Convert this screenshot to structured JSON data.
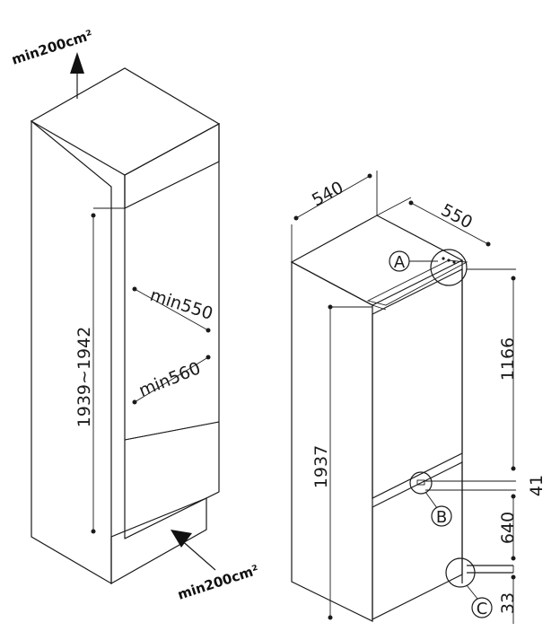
{
  "niche": {
    "vent_top_label": "min200cm²",
    "vent_bottom_label": "min200cm²",
    "height_label": "1939~1942",
    "width_label": "min550",
    "depth_label": "min560"
  },
  "appliance": {
    "width_label": "540",
    "depth_label": "550",
    "height_label": "1937",
    "dim_1166": "1166",
    "dim_41": "41",
    "dim_640": "640",
    "dim_33": "33",
    "callout_a": "A",
    "callout_b": "B",
    "callout_c": "C"
  }
}
